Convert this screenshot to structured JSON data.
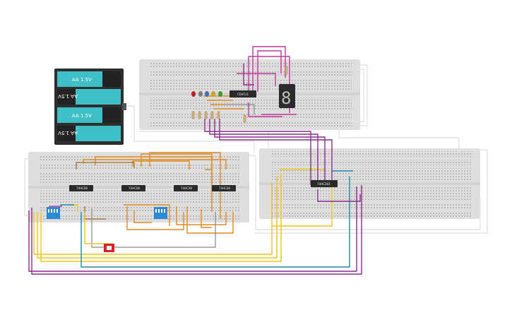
{
  "battery_pack": {
    "cells": [
      {
        "label": "AA 1.5V",
        "flipped": false
      },
      {
        "label": "AA 1.5V",
        "flipped": true
      },
      {
        "label": "AA 1.5V",
        "flipped": false
      },
      {
        "label": "AA 1.5V",
        "flipped": true
      }
    ]
  },
  "chips": {
    "top_board_ic": "CD4511",
    "left_board_ics": [
      "74HC08",
      "74HC08",
      "74HC08",
      "74HC08"
    ],
    "right_board_ic": "74HC283"
  },
  "seven_segment": {
    "digit": "8"
  },
  "leds": [
    {
      "color": "#b3262b"
    },
    {
      "color": "#7d7d7d"
    },
    {
      "color": "#3d6fb6"
    },
    {
      "color": "#c9a227"
    },
    {
      "color": "#3a9a3a"
    }
  ],
  "wire_colors": {
    "purple": "#8e2a8e",
    "magenta": "#c0399a",
    "orange": "#e08a1e",
    "yellow": "#f0c419",
    "teal": "#1f8aa8",
    "gray": "#8a8a8a",
    "white": "#e8e8e8",
    "brown": "#9a6a2a"
  },
  "dip_switch_color": "#2a8ad8",
  "push_button_color": "#d6202a"
}
